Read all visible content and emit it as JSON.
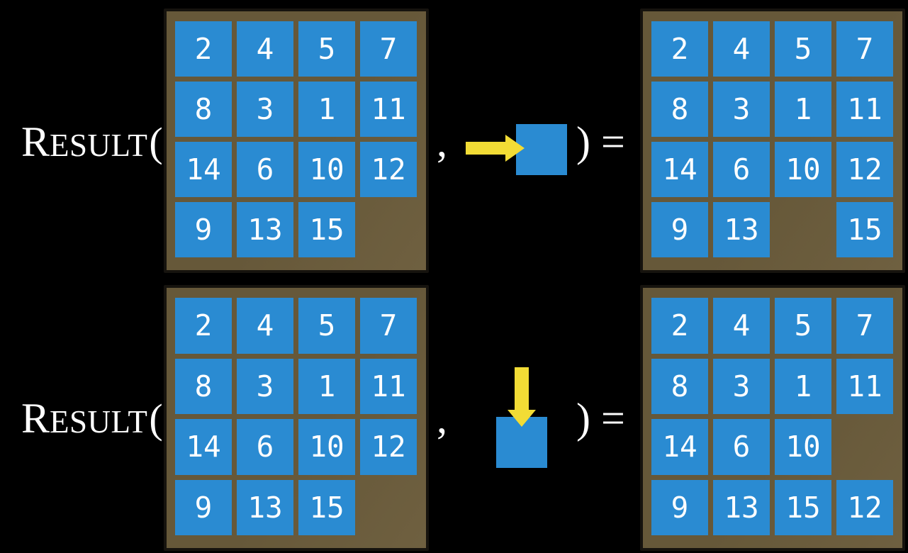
{
  "colors": {
    "background": "#000000",
    "board_fill": "#665839",
    "board_fill_light": "#6f6040",
    "board_border": "#16130e",
    "tile_blue": "#2a8bd2",
    "number_color": "#ffffff",
    "arrow_yellow": "#f2dc35",
    "formula_color": "#ffffff"
  },
  "rows": [
    {
      "function_initial": "R",
      "function_rest": "ESULT",
      "open_paren": "(",
      "comma": ",",
      "close_equals": ") =",
      "action": "blank-moves-right",
      "input_board": [
        2,
        4,
        5,
        7,
        8,
        3,
        1,
        11,
        14,
        6,
        10,
        12,
        9,
        13,
        15,
        null
      ],
      "result_board": [
        2,
        4,
        5,
        7,
        8,
        3,
        1,
        11,
        14,
        6,
        10,
        12,
        9,
        13,
        null,
        15
      ]
    },
    {
      "function_initial": "R",
      "function_rest": "ESULT",
      "open_paren": "(",
      "comma": ",",
      "close_equals": ") =",
      "action": "blank-moves-down",
      "input_board": [
        2,
        4,
        5,
        7,
        8,
        3,
        1,
        11,
        14,
        6,
        10,
        12,
        9,
        13,
        15,
        null
      ],
      "result_board": [
        2,
        4,
        5,
        7,
        8,
        3,
        1,
        11,
        14,
        6,
        10,
        null,
        9,
        13,
        15,
        12
      ]
    }
  ]
}
